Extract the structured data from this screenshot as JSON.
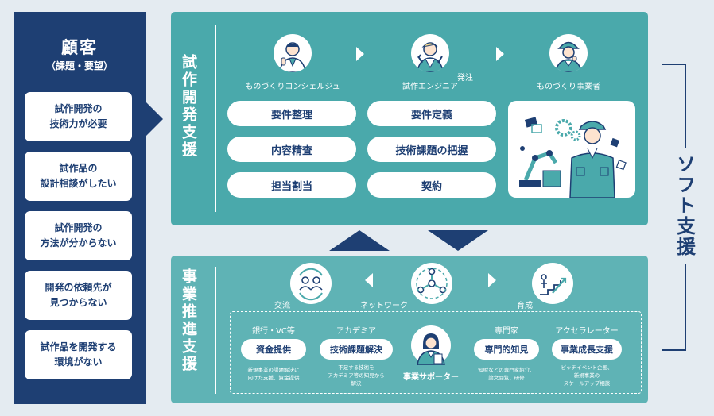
{
  "customer": {
    "title": "顧客",
    "subtitle": "（課題・要望）",
    "needs": [
      "試作開発の\n技術力が必要",
      "試作品の\n設計相談がしたい",
      "試作開発の\n方法が分からない",
      "開発の依頼先が\n見つからない",
      "試作品を開発する\n環境がない"
    ]
  },
  "trial": {
    "title": "試作開発支援",
    "roles": [
      "ものづくりコンシェルジュ",
      "試作エンジニア",
      "ものづくり事業者"
    ],
    "order_label": "発注",
    "col1": [
      "要件整理",
      "内容精査",
      "担当割当"
    ],
    "col2": [
      "要件定義",
      "技術課題の把握",
      "契約"
    ]
  },
  "business": {
    "title": "事業推進支援",
    "icons": [
      "交流",
      "ネットワーク",
      "育成"
    ],
    "supporter": "事業サポーター",
    "orgs": [
      {
        "org": "銀行・VC等",
        "service": "資金提供",
        "desc": "新規事業の課題解決に\n向けた支援、資金提供"
      },
      {
        "org": "アカデミア",
        "service": "技術課題解決",
        "desc": "不足する技術を\nアカデミア等の知見から\n解決"
      },
      {
        "org": "専門家",
        "service": "専門的知見",
        "desc": "知財などの専門家紹介、\n論文閲覧、研修"
      },
      {
        "org": "アクセラレーター",
        "service": "事業成長支援",
        "desc": "ピッチイベント企画、\n新規事業の\nスケールアップ相談"
      }
    ]
  },
  "soft_support": "ソフト支援",
  "icons": {
    "concierge": "concierge-avatar-icon",
    "engineer": "engineer-avatar-icon",
    "maker": "manufacturer-avatar-icon",
    "exchange": "exchange-icon",
    "network": "network-icon",
    "growth": "growth-icon",
    "supporter": "supporter-avatar-icon",
    "factory": "factory-illustration"
  },
  "colors": {
    "navy": "#1e3f73",
    "teal": "#4aa9ab",
    "teal_light": "#5fb3b5",
    "background": "#e4ebf1"
  }
}
